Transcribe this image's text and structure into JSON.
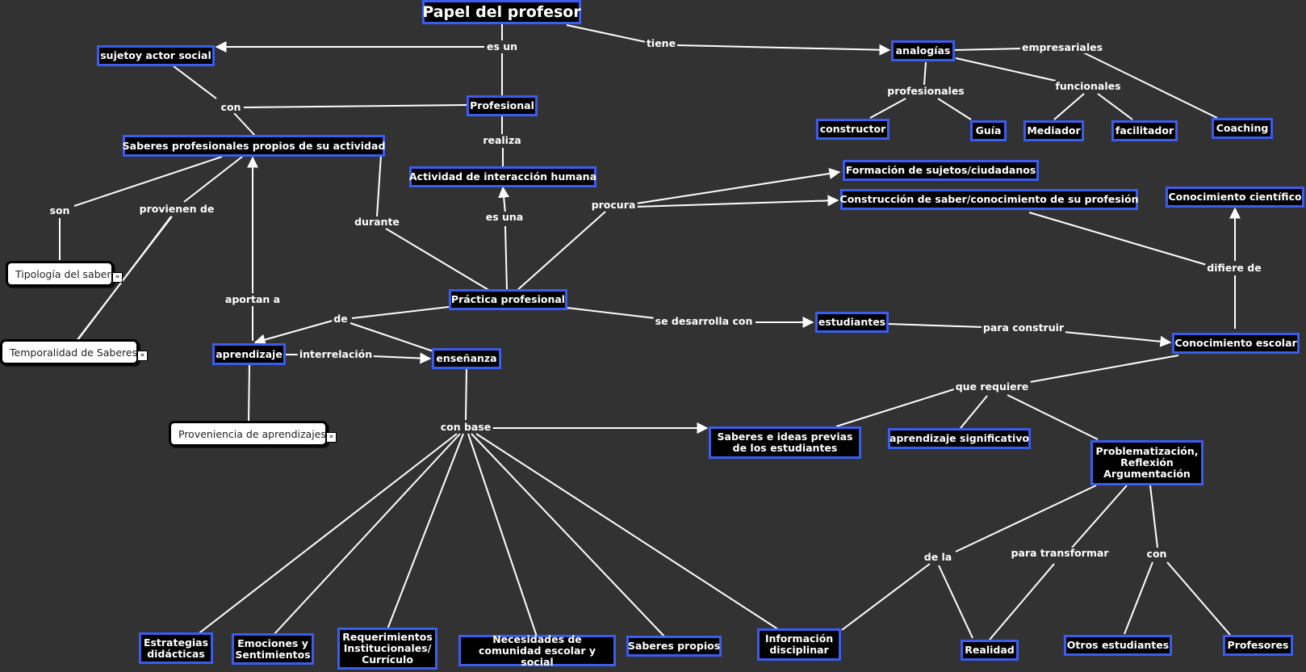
{
  "concepts": {
    "papel": "Papel del profesor",
    "sujeto": "sujetoy actor social",
    "profesional": "Profesional",
    "saberes_prof": "Saberes profesionales propios de su actividad",
    "actividad": "Actividad de interacción humana",
    "practica": "Práctica profesional",
    "analogias": "analogías",
    "constructor": "constructor",
    "guia": "Guía",
    "mediador": "Mediador",
    "facilitador": "facilitador",
    "coaching": "Coaching",
    "formacion": "Formación de sujetos/ciudadanos",
    "construccion": "Construcción de saber/conocimiento de su profesión",
    "cientifico": "Conocimiento científico",
    "aprendizaje": "aprendizaje",
    "ensenanza": "enseñanza",
    "estudiantes": "estudiantes",
    "escolar": "Conocimiento escolar",
    "saberes_previos": "Saberes e ideas previas de los estudiantes",
    "aprendizaje_sig": "aprendizaje significativo",
    "problematizacion": "Problematización, Reflexión Argumentación",
    "estrategias": "Estrategias didácticas",
    "emociones": "Emociones y Sentimientos",
    "requerimientos": "Requerimientos Institucionales/ Currículo",
    "necesidades": "Necesidades de comunidad escolar y social",
    "saberes_propios": "Saberes propios",
    "informacion": "Información disciplinar",
    "realidad": "Realidad",
    "otros": "Otros estudiantes",
    "profesores": "Profesores"
  },
  "linked_resources": {
    "tipologia": "Tipología del saber",
    "temporalidad": "Temporalidad de Saberes",
    "proveniencia": "Proveniencia de aprendizajes"
  },
  "link_labels": {
    "es_un": "es un",
    "tiene": "tiene",
    "con": "con",
    "realiza": "realiza",
    "empresariales": "empresariales",
    "profesionales": "profesionales",
    "funcionales": "funcionales",
    "son": "son",
    "provienen": "provienen de",
    "durante": "durante",
    "es_una": "es una",
    "procura": "procura",
    "difiere": "difiere de",
    "aportan": "aportan a",
    "de": "de",
    "se_desarrolla": "se desarrolla con",
    "para_construir": "para construir",
    "interrelacion": "interrelación",
    "que_requiere": "que requiere",
    "con_base": "con base",
    "de_la": "de la",
    "para_transformar": "para transformar",
    "con2": "con"
  },
  "colors": {
    "background": "#323232",
    "node_fill": "#000000",
    "node_border": "#3a5df0",
    "line": "#ffffff"
  }
}
